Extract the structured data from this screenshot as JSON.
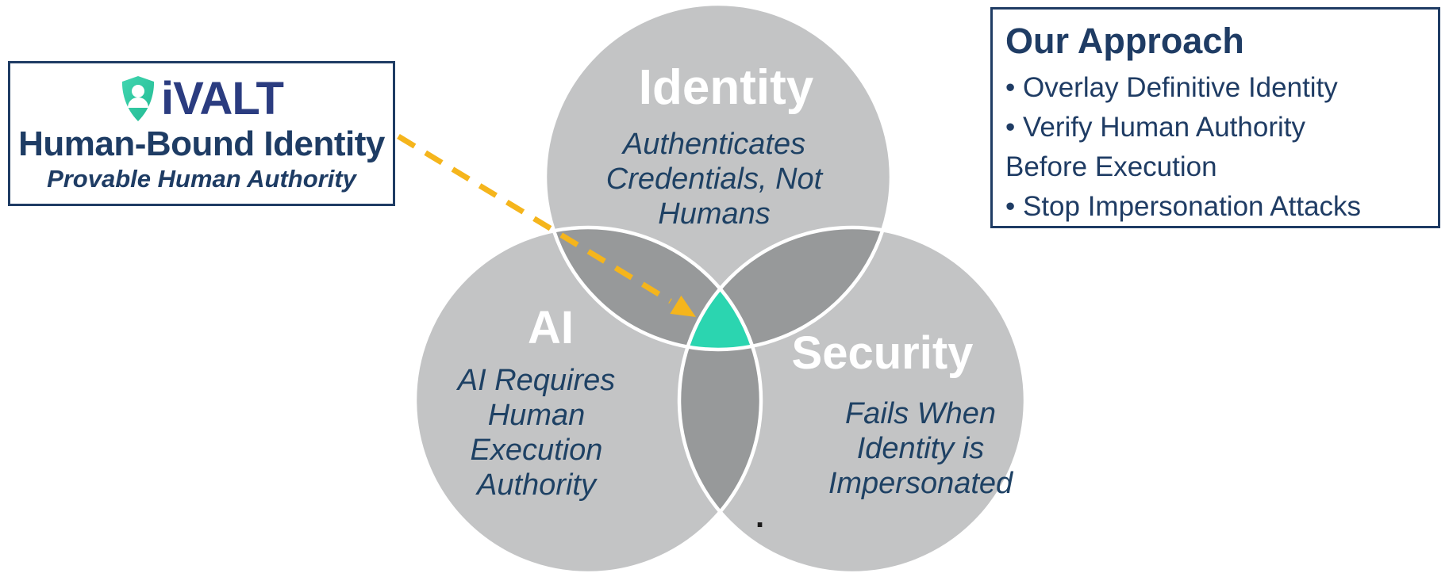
{
  "colors": {
    "navy_text": "#1f3c64",
    "logo_navy": "#2b3c80",
    "circle_gray": "#c6c7c8",
    "overlap_gray": "#9a9a9c",
    "triple_intersection_teal": "#2bd5b0",
    "arrow_gold": "#f2b31c",
    "venn_description_navy": "#1e4164",
    "venn_label_white": "#ffffff",
    "shield_teal": "#35c9a2"
  },
  "brand_card": {
    "logo_text": "iVALT",
    "title": "Human-Bound Identity",
    "subtitle": "Provable Human Authority"
  },
  "approach_card": {
    "title": "Our Approach",
    "lines": [
      "• Overlay Definitive Identity",
      "• Verify Human Authority",
      "Before Execution",
      "• Stop Impersonation Attacks"
    ]
  },
  "venn": {
    "identity": {
      "label": "Identity",
      "description": "Authenticates\nCredentials, Not\nHumans"
    },
    "ai": {
      "label": "AI",
      "description": "AI Requires\nHuman\nExecution\nAuthority"
    },
    "security": {
      "label": "Security",
      "description": "Fails When\nIdentity is\nImpersonated"
    },
    "stray_period": "."
  }
}
